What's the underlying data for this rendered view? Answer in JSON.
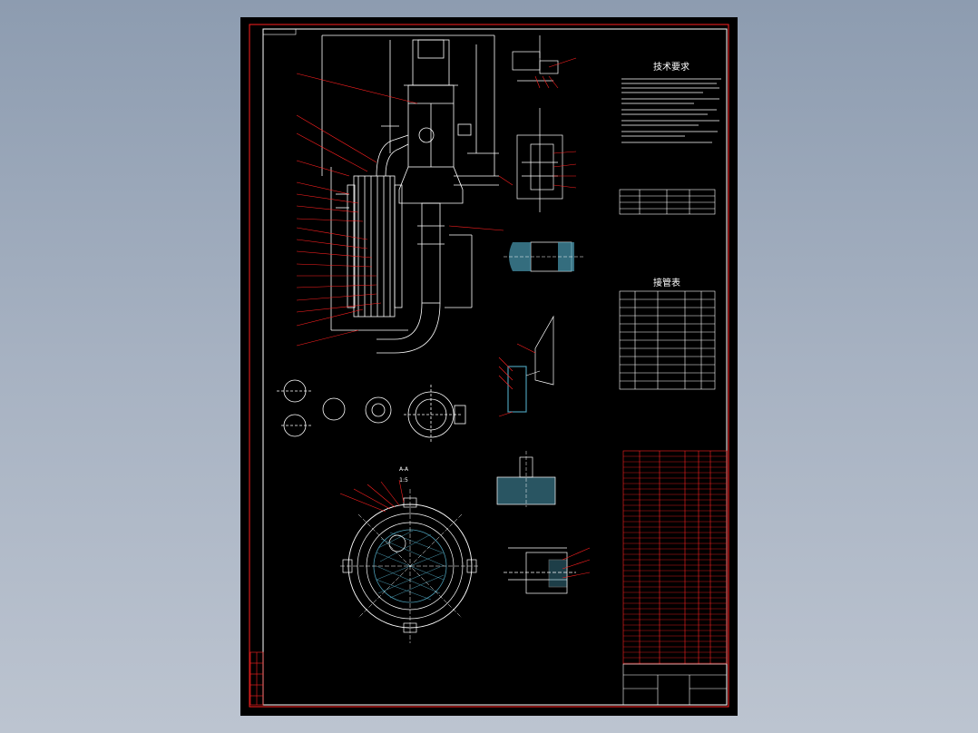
{
  "drawing": {
    "tech_requirements_title": "技术要求",
    "nozzle_table_title": "接管表",
    "section_label": "A-A",
    "section_scale": "1:5",
    "colors": {
      "background": "#000000",
      "frame": "#ffffff",
      "leader": "#ff2020",
      "table": "#ff2020",
      "hatch": "#4a9bb3",
      "part": "#ffffff"
    }
  }
}
